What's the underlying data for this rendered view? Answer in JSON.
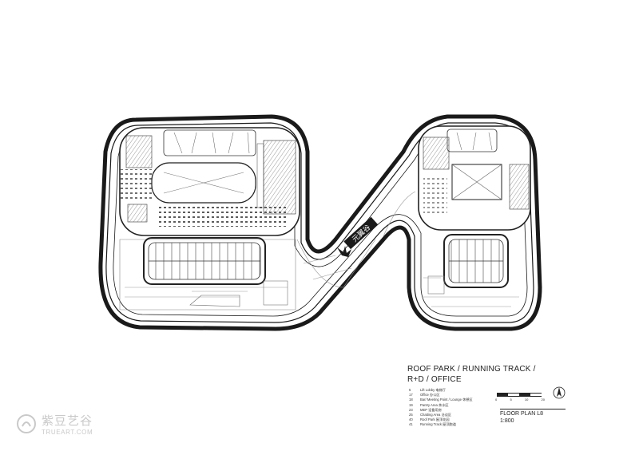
{
  "title": {
    "line1": "ROOF PARK / RUNNING TRACK /",
    "line2": "R+D / OFFICE"
  },
  "legend": [
    {
      "num": "5",
      "label": "Lift Lobby 电梯厅"
    },
    {
      "num": "17",
      "label": "Office 办公区"
    },
    {
      "num": "18",
      "label": "Bar/ Meeting Point / Lounge 休憩区"
    },
    {
      "num": "19",
      "label": "Pantry Area 茶水区"
    },
    {
      "num": "23",
      "label": "MEP 设备用房"
    },
    {
      "num": "25",
      "label": "Chatting Area 洽谈区"
    },
    {
      "num": "40",
      "label": "Roof Park 屋顶花园"
    },
    {
      "num": "41",
      "label": "Running Track 屋顶跑道"
    }
  ],
  "scale_ticks": [
    "0",
    "5",
    "10",
    "20"
  ],
  "plan_label": {
    "name": "FLOOR PLAN L8",
    "scale": "1:800"
  },
  "roof_sign": "元翼谷",
  "watermark": {
    "cn": "紫豆艺谷",
    "en": "TRUEART.COM"
  },
  "colors": {
    "line": "#222222",
    "track": "#1a1a1a",
    "watermark": "#c9c9c9"
  },
  "icons": {
    "north": "north-arrow-icon",
    "watermark": "watermark-logo-icon"
  }
}
